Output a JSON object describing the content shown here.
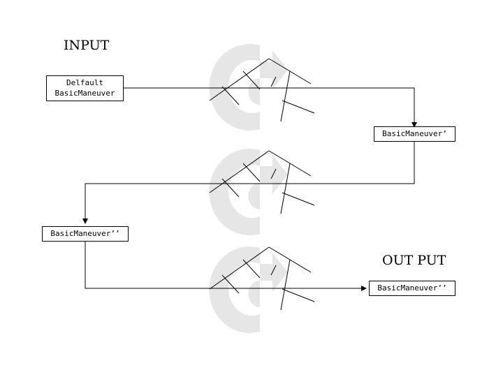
{
  "labels": {
    "input": "INPUT",
    "output": "OUT PUT"
  },
  "boxes": {
    "default_line1": "Delfault",
    "default_line2": "BasicManeuver",
    "prime": "BasicManeuver’",
    "double_prime_left": "BasicManeuver’’",
    "double_prime_output": "BasicManeuver’’"
  },
  "colors": {
    "line": "#000000",
    "cycle_icon": "#e6e6e6",
    "background": "#ffffff"
  },
  "icons": [
    "tree-icon",
    "cycle-arrow-icon"
  ]
}
